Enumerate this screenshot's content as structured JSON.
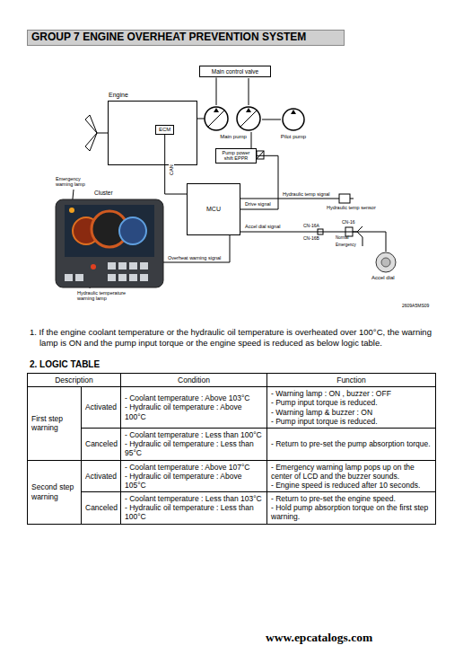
{
  "diagram": {
    "title": "GROUP 7 ENGINE OVERHEAT PREVENTION SYSTEM",
    "nodes": [
      {
        "text": [
          "Main control valve"
        ]
      },
      {
        "text": [
          "Engine"
        ]
      },
      {
        "text": [
          "ECM"
        ],
        "in": 1
      },
      {
        "text": [
          "Main pump"
        ]
      },
      {
        "text": [
          "Pilot pump"
        ]
      },
      {
        "text": [
          "Pump power shift EPPR"
        ]
      },
      {
        "text": [
          "Cluster"
        ]
      },
      {
        "text": [
          "MCU"
        ]
      },
      {
        "text": [
          "Hydraulic temp sensor"
        ]
      },
      {
        "text": [
          "Accel dial"
        ]
      }
    ],
    "edges": [
      {
        "from": 3,
        "to": 0,
        "arrow": "none"
      },
      {
        "from": 4,
        "to": 3,
        "arrow": "none"
      },
      {
        "from": 1,
        "to": 3,
        "arrow": "none"
      },
      {
        "from": 5,
        "to": 3,
        "arrow": "none"
      },
      {
        "from": 2,
        "to": 7,
        "label": "CAN",
        "arrow": "none"
      },
      {
        "from": 8,
        "to": 7,
        "label": "Hydraulic temp signal",
        "arrow": "none"
      },
      {
        "from": 7,
        "to": 5,
        "label": "Drive signal",
        "arrow": "none"
      },
      {
        "from": 9,
        "to": 7,
        "label": "Accel dial signal",
        "arrow": "none"
      },
      {
        "from": 7,
        "to": 6,
        "label": "Overheat warning signal",
        "arrow": "none"
      }
    ],
    "labels": [
      "Emergency warning lamp",
      "Hydraulic temperature warning lamp",
      "CN-16A",
      "CN-16",
      "CN-16B",
      "Normal",
      "Emergency",
      "2609A5MS09",
      "1. If the engine coolant temperature or the hydraulic oil temperature is overheated over 100°C, the warning lamp is ON and the pump input torque or the engine speed is reduced as below logic table.",
      "2. LOGIC TABLE",
      "Description",
      "Condition",
      "Function",
      "First step warning",
      "Activated",
      "- Coolant temperature : Above 103°C",
      "- Hydraulic oil temperature : Above 100°C",
      "- Warning lamp : ON , buzzer : OFF",
      "- Pump input torque is reduced.",
      "- Warning lamp & buzzer : ON",
      "- Pump input torque is reduced.",
      "Canceled",
      "- Coolant temperature : Less than 100°C",
      "- Hydraulic oil temperature : Less than 95°C",
      "- Return to pre-set the pump absorption torque.",
      "Second step warning",
      "Activated",
      "- Coolant temperature : Above 107°C",
      "- Hydraulic oil temperature : Above 105°C",
      "- Emergency warning lamp pops up on the center of LCD and the buzzer sounds.",
      "- Engine speed is reduced after 10 seconds.",
      "Canceled",
      "- Coolant temperature : Less than 103°C",
      "- Hydraulic oil temperature : Less than 100°C",
      "- Return to pre-set the engine speed.",
      "- Hold pump absorption torque on the first step warning.",
      "www.epcatalogs.com"
    ]
  }
}
